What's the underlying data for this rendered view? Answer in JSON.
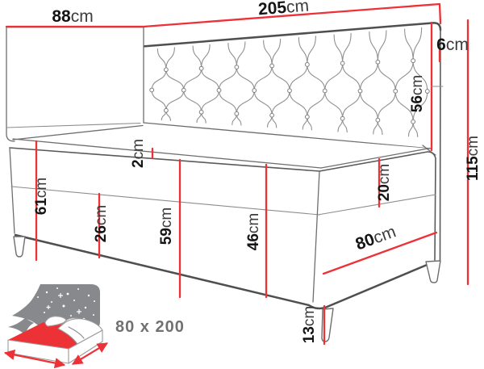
{
  "diagram": {
    "type": "furniture-dimension-drawing",
    "subject": "upholstered daybed with tufted headboard and boxspring base"
  },
  "colors": {
    "dimension_line": "#ed3237",
    "outline": "#5a5a5a",
    "tufting": "#909090",
    "icon_gray": "#87898c",
    "label_number": "#151515",
    "label_unit": "#3c3c3c",
    "size_text": "#717171"
  },
  "dimensions": {
    "depth_top": {
      "value": "88",
      "unit": "cm"
    },
    "width_total": {
      "value": "205",
      "unit": "cm"
    },
    "headboard_thickness": {
      "value": "6",
      "unit": "cm"
    },
    "headboard_height": {
      "value": "56",
      "unit": "cm"
    },
    "total_height": {
      "value": "115",
      "unit": "cm"
    },
    "front_left_height": {
      "value": "61",
      "unit": "cm"
    },
    "mattress_lip": {
      "value": "2",
      "unit": "cm"
    },
    "drawer_height": {
      "value": "26",
      "unit": "cm"
    },
    "base_height": {
      "value": "59",
      "unit": "cm"
    },
    "front_panel_height": {
      "value": "46",
      "unit": "cm"
    },
    "side_top_band": {
      "value": "20",
      "unit": "cm"
    },
    "depth_bottom": {
      "value": "80",
      "unit": "cm"
    },
    "leg_height": {
      "value": "13",
      "unit": "cm"
    }
  },
  "sleeping_area": {
    "label": "80 x 200"
  }
}
